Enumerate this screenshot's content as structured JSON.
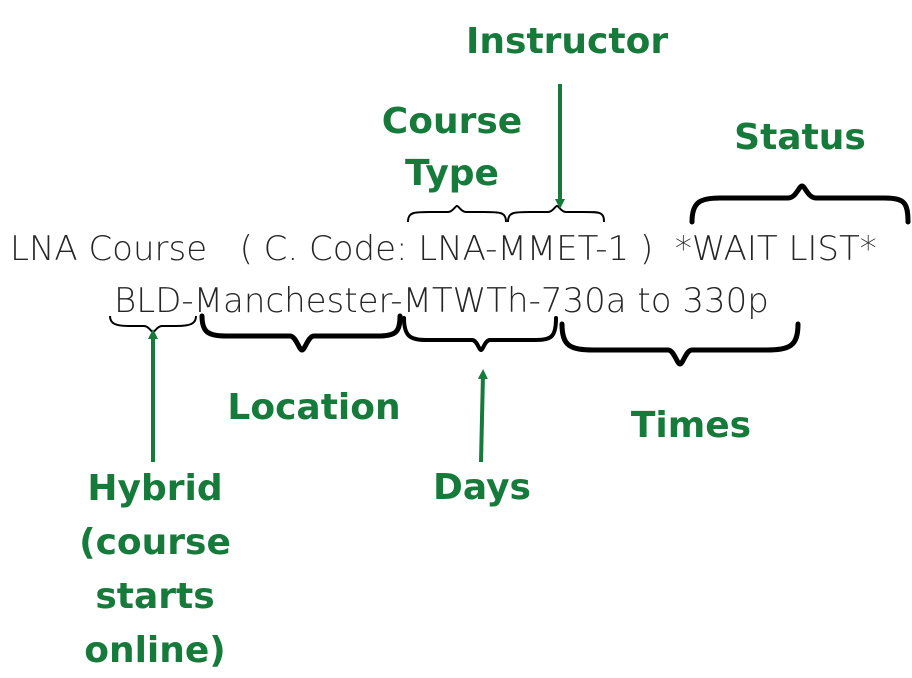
{
  "course_line": "LNA Course   ( C. Code: LNA-MMET-1 )  *WAIT LIST*",
  "schedule_line": "BLD-Manchester-MTWTh-730a to 330p",
  "labels": {
    "instructor": "Instructor",
    "course_type": "Course Type",
    "status": "Status",
    "location": "Location",
    "times": "Times",
    "days": "Days",
    "hybrid": "Hybrid (course starts online)"
  },
  "colors": {
    "label": "#157a3a",
    "text": "#262626",
    "brace": "#000000"
  }
}
